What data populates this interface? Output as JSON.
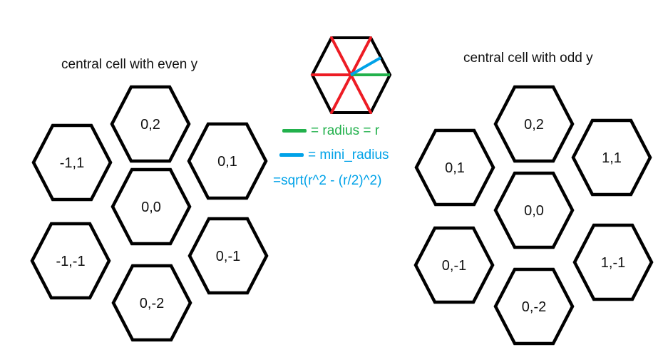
{
  "titles": {
    "left": "central cell with even y",
    "right": "central cell with odd y"
  },
  "legend": {
    "radius_text": "= radius = r",
    "mini_radius_text": "= mini_radius",
    "formula_text": "=sqrt(r^2 - (r/2)^2)"
  },
  "colors": {
    "radius": "#22b14c",
    "mini_radius": "#00a2e8",
    "spokes": "#ed1c24",
    "outline": "#000000",
    "formula": "#00a2e8"
  },
  "grids": {
    "left": [
      "-1,1",
      "0,2",
      "0,1",
      "0,0",
      "-1,-1",
      "0,-1",
      "0,-2"
    ],
    "right": [
      "0,1",
      "0,2",
      "1,1",
      "0,0",
      "0,-1",
      "1,-1",
      "0,-2"
    ]
  }
}
